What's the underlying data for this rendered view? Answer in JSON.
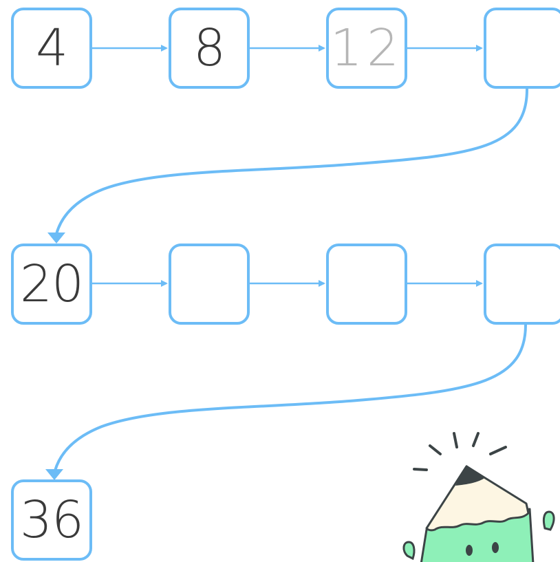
{
  "colors": {
    "box_border": "#6cbcf6",
    "connector": "#6cbcf6",
    "text": "#3a3a3a",
    "hint_text": "#b6b6b6",
    "mascot_body": "#8ef0b8",
    "mascot_wood": "#fdf6e3",
    "mascot_lead": "#3c4446"
  },
  "sequence": {
    "rows": [
      {
        "boxes": [
          "4",
          "8",
          "12",
          ""
        ]
      },
      {
        "boxes": [
          "20",
          "",
          "",
          ""
        ]
      },
      {
        "boxes": [
          "36"
        ]
      }
    ],
    "hint_value": "12"
  },
  "mascot": {
    "icon": "pencil-character-icon"
  }
}
